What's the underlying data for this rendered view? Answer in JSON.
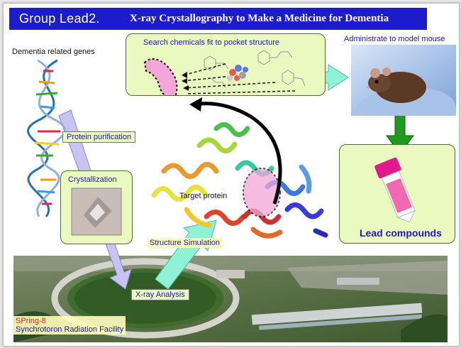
{
  "header": {
    "group": "Group Lead2.",
    "title": "X-ray Crystallography to Make a Medicine for Dementia"
  },
  "labels": {
    "genes": "Dementia related genes",
    "search": "Search chemicals fit to pocket structure",
    "administrate": "Administrate to model mouse",
    "protein_purification": "Protein purification",
    "crystallization": "Crystallization",
    "target_protein": "Target protein",
    "structure_simulation": "Structure Simulation",
    "xray_analysis": "X-ray  Analysis",
    "lead_compounds": "Lead compounds",
    "spring8": "SPring-8",
    "facility": "Synchrotoron Radiation Facility"
  },
  "colors": {
    "banner": "#1c1ccc",
    "box_fill": "#eaf9c0",
    "pocket": "#f3a6d8",
    "arrow_lavender": "#c7c3f2",
    "arrow_teal": "#8ff2d6",
    "arrow_green": "#1e9b1e",
    "spring8_red": "#e52222"
  },
  "icons": [
    "dna-helix-icon",
    "crystal-photo",
    "protein-ribbon-icon",
    "mouse-photo",
    "vial-icon",
    "chemical-structures-icon",
    "synchrotron-aerial-photo"
  ]
}
